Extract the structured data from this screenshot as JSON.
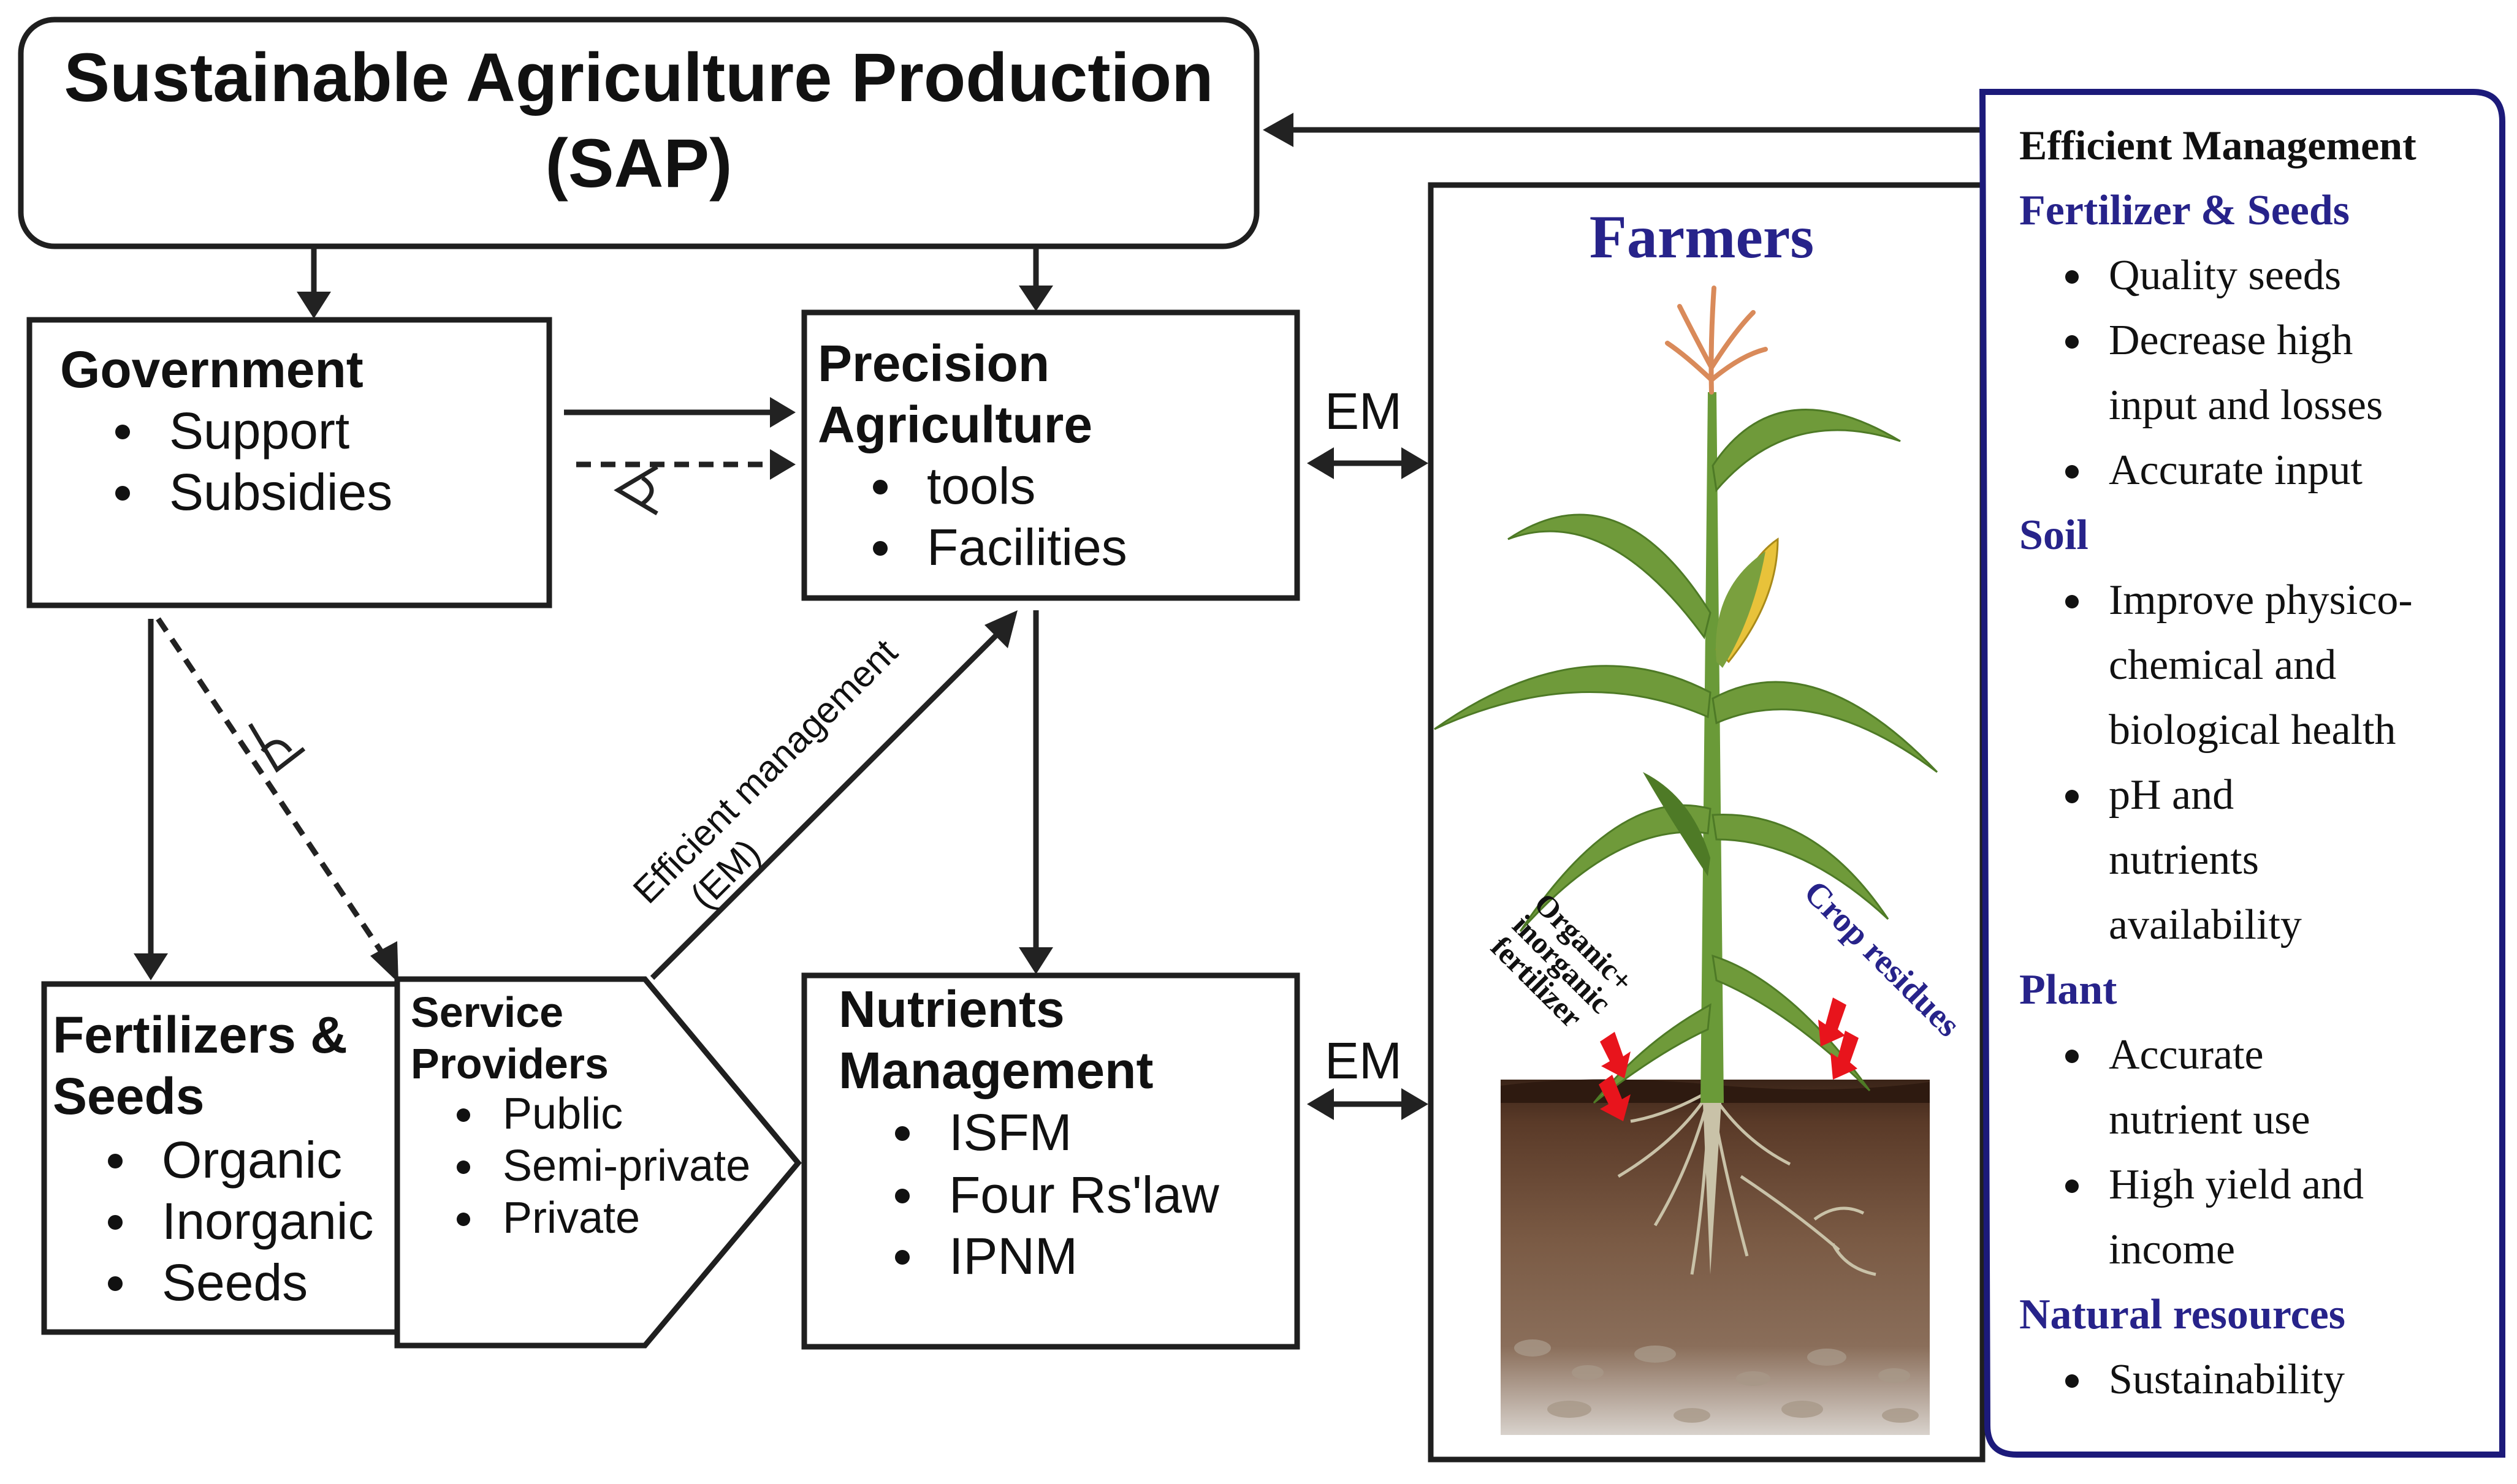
{
  "sap": {
    "title_line1": "Sustainable Agriculture Production",
    "title_line2": "(SAP)"
  },
  "government": {
    "title": "Government",
    "items": [
      "Support",
      "Subsidies"
    ]
  },
  "precision_agriculture": {
    "title_line1": "Precision",
    "title_line2": "Agriculture",
    "items": [
      "tools",
      "Facilities"
    ]
  },
  "fertilizers_seeds": {
    "title_line1": "Fertilizers &",
    "title_line2": "Seeds",
    "items": [
      "Organic",
      "Inorganic",
      "Seeds"
    ]
  },
  "service_providers": {
    "title_line1": "Service",
    "title_line2": "Providers",
    "items": [
      "Public",
      "Semi-private",
      "Private"
    ]
  },
  "nutrients_management": {
    "title_line1": "Nutrients",
    "title_line2": "Management",
    "items": [
      "ISFM",
      "Four Rs'law",
      "IPNM"
    ]
  },
  "connectors": {
    "em_upper": "EM",
    "em_lower": "EM",
    "diagonal_line1": "Efficient management",
    "diagonal_line2": "(EM)"
  },
  "farmers": {
    "title": "Farmers",
    "fertilizer_label": [
      "Organic+",
      "inorganic",
      "fertilizer"
    ],
    "residue_label": "Crop residues"
  },
  "efficient_management": {
    "title": "Efficient Management",
    "fert_heading": "Fertilizer & Seeds",
    "fert_items": [
      [
        "Quality seeds"
      ],
      [
        "Decrease high",
        "input and losses"
      ],
      [
        "Accurate input"
      ]
    ],
    "soil_heading": "Soil",
    "soil_items": [
      [
        "Improve physico-",
        "chemical and",
        "biological health"
      ],
      [
        "pH and",
        "nutrients",
        "availability"
      ]
    ],
    "plant_heading": "Plant",
    "plant_items": [
      [
        "Accurate",
        "nutrient use"
      ],
      [
        "High yield and",
        "income"
      ]
    ],
    "natural_heading": "Natural resources",
    "natural_items": [
      [
        "Sustainability"
      ]
    ]
  },
  "colors": {
    "heading_blue": "#27238a",
    "panel_border": "#1c1a7a",
    "arrow_red": "#e8141c",
    "plant_green": "#6f9a3a",
    "soil_top": "#3b2418"
  }
}
